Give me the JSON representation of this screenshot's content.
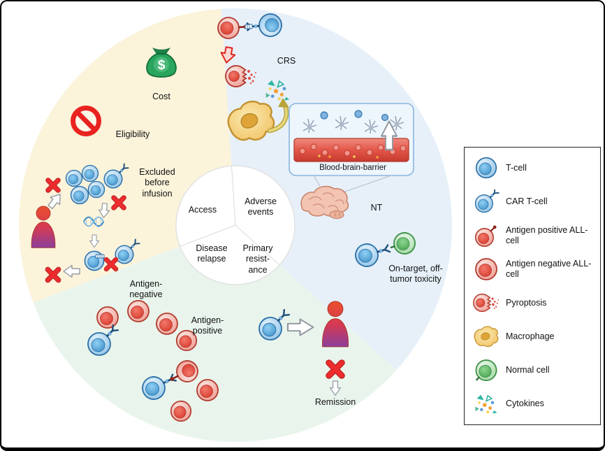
{
  "palette": {
    "sector_access": "#fbf3da",
    "sector_adverse_events": "#e7f0f9",
    "sector_disease_relapse": "#e9f5ec",
    "t_cell_blue": "#a9d3f0",
    "all_cell_red": "#e74c3c",
    "normal_cell_green": "#6abf6e",
    "macrophage_yellow": "#f0c264",
    "alert_red": "#e8231f",
    "money_green": "#29a55e"
  },
  "center": {
    "access": "Access",
    "adverse_events": "Adverse events",
    "disease_relapse": "Disease relapse",
    "primary_resistance": "Primary resist-ance"
  },
  "access_sector": {
    "cost": "Cost",
    "eligibility": "Eligibility",
    "excluded": "Excluded before infusion",
    "money_symbol": "$"
  },
  "adverse_sector": {
    "crs": "CRS",
    "blood_brain_barrier": "Blood-brain-barrier",
    "nt": "NT",
    "on_target": "On-target, off-tumor toxicity"
  },
  "relapse_sector": {
    "antigen_negative": "Antigen-negative",
    "antigen_positive": "Antigen-positive",
    "remission": "Remission"
  },
  "legend": {
    "items": [
      {
        "icon": "t-cell-icon",
        "label": "T-cell"
      },
      {
        "icon": "car-t-cell-icon",
        "label": "CAR T-cell"
      },
      {
        "icon": "antigen-positive-all-cell-icon",
        "label": "Antigen positive ALL-cell"
      },
      {
        "icon": "antigen-negative-all-cell-icon",
        "label": "Antigen negative ALL-cell"
      },
      {
        "icon": "pyroptosis-icon",
        "label": "Pyroptosis"
      },
      {
        "icon": "macrophage-icon",
        "label": "Macrophage"
      },
      {
        "icon": "normal-cell-icon",
        "label": "Normal cell"
      },
      {
        "icon": "cytokines-icon",
        "label": "Cytokines"
      }
    ]
  }
}
